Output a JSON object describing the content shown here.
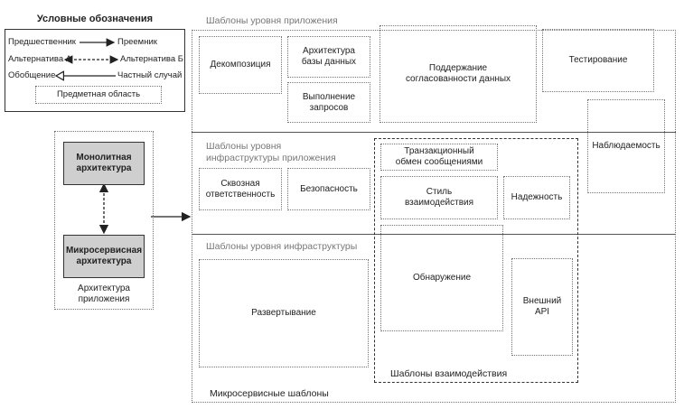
{
  "legend": {
    "title": "Условные обозначения",
    "predecessor": "Предшественник",
    "successor": "Преемник",
    "alt_a": "Альтернатива А",
    "alt_b": "Альтернатива Б",
    "generalization": "Обобщение",
    "special_case": "Частный случай",
    "domain": "Предметная область"
  },
  "app_arch": {
    "monolith": "Монолитная архитектура",
    "microservice": "Микросервисная архитектура",
    "caption": "Архитектура приложения"
  },
  "sections": {
    "app_level": "Шаблоны уровня приложения",
    "infra_app_level": "Шаблоны уровня инфраструктуры приложения",
    "infra_level": "Шаблоны уровня инфраструктуры",
    "interaction": "Шаблоны взаимодействия",
    "microservice_patterns": "Микросервисные шаблоны"
  },
  "patterns": {
    "decomposition": "Декомпозиция",
    "db_architecture": "Архитектура базы данных",
    "query_execution": "Выполнение запросов",
    "data_consistency": "Поддержание согласованности данных",
    "testing": "Тестирование",
    "observability": "Наблюдаемость",
    "cross_cutting": "Сквозная ответственность",
    "security": "Безопасность",
    "transactional_messaging": "Транзакционный обмен сообщениями",
    "interaction_style": "Стиль взаимодействия",
    "reliability": "Надежность",
    "discovery": "Обнаружение",
    "external_api": "Внешний API",
    "deployment": "Развертывание"
  }
}
